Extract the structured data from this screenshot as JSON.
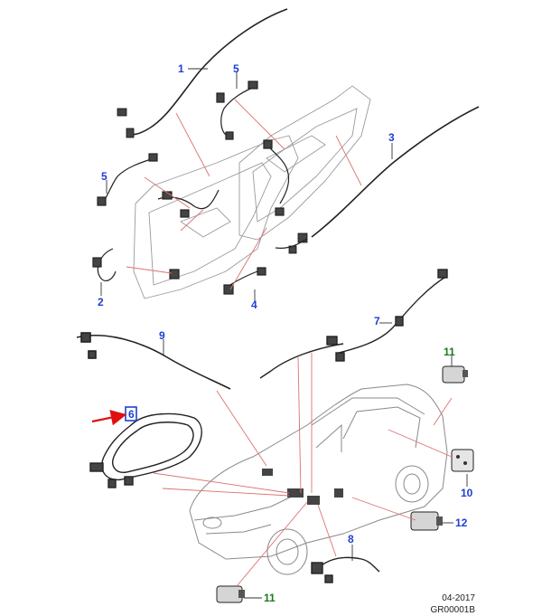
{
  "callouts": {
    "c1": "1",
    "c2": "2",
    "c3": "3",
    "c4": "4",
    "c5a": "5",
    "c5b": "5",
    "c6": "6",
    "c7": "7",
    "c8": "8",
    "c9": "9",
    "c10": "10",
    "c11a": "11",
    "c11b": "11",
    "c12": "12"
  },
  "footer": {
    "date": "04-2017",
    "code": "GR00001B"
  },
  "colors": {
    "callout_blue": "#1f3fd0",
    "callout_green": "#1a7a1a",
    "leader_red": "#e07070",
    "pointer_arrow": "#e01010"
  }
}
